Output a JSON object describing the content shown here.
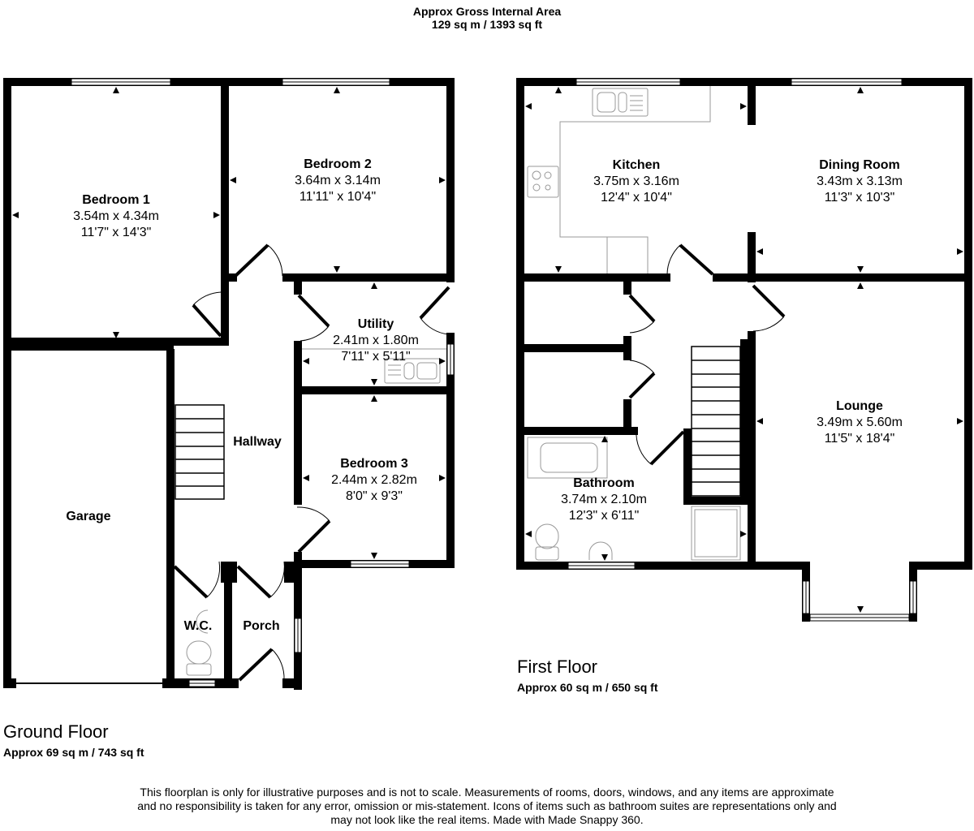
{
  "header": {
    "title": "Approx Gross Internal Area",
    "area": "129 sq m / 1393 sq ft"
  },
  "colors": {
    "wall": "#000000",
    "fixture": "#aaaaaa",
    "background": "#ffffff"
  },
  "ground_floor": {
    "name": "Ground Floor",
    "area": "Approx 69 sq m / 743 sq ft",
    "rooms": [
      {
        "name": "Bedroom 1",
        "metric": "3.54m x 4.34m",
        "imperial": "11'7\" x 14'3\""
      },
      {
        "name": "Bedroom 2",
        "metric": "3.64m x 3.14m",
        "imperial": "11'11\" x 10'4\""
      },
      {
        "name": "Utility",
        "metric": "2.41m x 1.80m",
        "imperial": "7'11\" x 5'11\""
      },
      {
        "name": "Hallway"
      },
      {
        "name": "Bedroom 3",
        "metric": "2.44m x 2.82m",
        "imperial": "8'0\" x 9'3\""
      },
      {
        "name": "Garage"
      },
      {
        "name": "W.C."
      },
      {
        "name": "Porch"
      }
    ]
  },
  "first_floor": {
    "name": "First Floor",
    "area": "Approx 60 sq m / 650 sq ft",
    "rooms": [
      {
        "name": "Kitchen",
        "metric": "3.75m x 3.16m",
        "imperial": "12'4\" x 10'4\""
      },
      {
        "name": "Dining Room",
        "metric": "3.43m x 3.13m",
        "imperial": "11'3\" x 10'3\""
      },
      {
        "name": "Lounge",
        "metric": "3.49m x 5.60m",
        "imperial": "11'5\" x 18'4\""
      },
      {
        "name": "Bathroom",
        "metric": "3.74m x 2.10m",
        "imperial": "12'3\" x 6'11\""
      }
    ]
  },
  "disclaimer": {
    "line1": "This floorplan is only for illustrative purposes and is not to scale. Measurements of rooms, doors, windows, and any items are approximate",
    "line2": "and no responsibility is taken for any error, omission or mis-statement. Icons of items such as bathroom suites are representations only and",
    "line3": "may not look like the real items. Made with Made Snappy 360."
  }
}
